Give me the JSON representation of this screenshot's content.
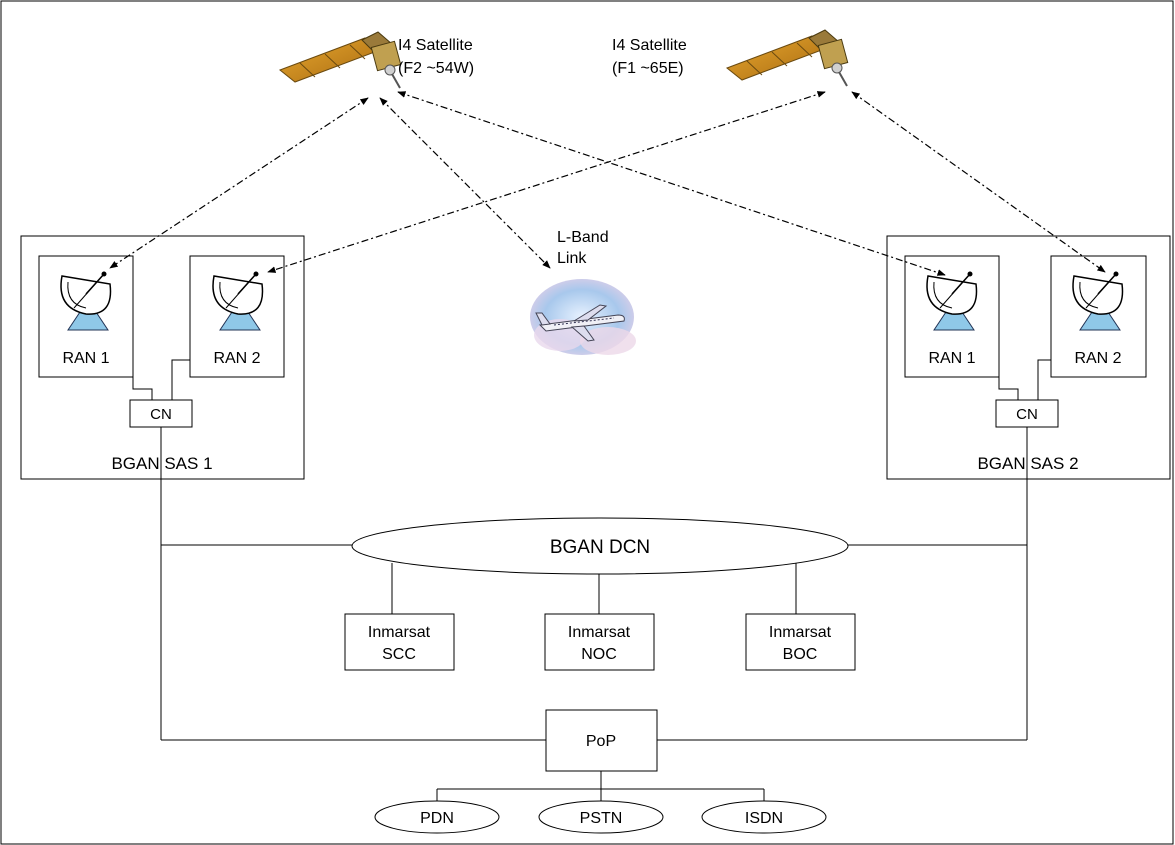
{
  "satellites": [
    {
      "name": "I4 Satellite",
      "slot": "(F2 ~54W)"
    },
    {
      "name": "I4 Satellite",
      "slot": "(F1 ~65E)"
    }
  ],
  "link_label": {
    "line1": "L-Band",
    "line2": "Link"
  },
  "sas": [
    {
      "title": "BGAN SAS 1",
      "ran1": "RAN 1",
      "ran2": "RAN 2",
      "cn": "CN"
    },
    {
      "title": "BGAN SAS 2",
      "ran1": "RAN 1",
      "ran2": "RAN 2",
      "cn": "CN"
    }
  ],
  "dcn": "BGAN DCN",
  "centers": [
    {
      "line1": "Inmarsat",
      "line2": "SCC"
    },
    {
      "line1": "Inmarsat",
      "line2": "NOC"
    },
    {
      "line1": "Inmarsat",
      "line2": "BOC"
    }
  ],
  "pop": "PoP",
  "networks": [
    "PDN",
    "PSTN",
    "ISDN"
  ],
  "colors": {
    "line": "#000000",
    "satellite_panel": "#c8860a",
    "satellite_body": "#8a6a2a",
    "dish": "#ffffff",
    "dish_base": "#8fc8e8",
    "cloud": "#b8d4f0",
    "aircraft": "#e8e8f0"
  }
}
